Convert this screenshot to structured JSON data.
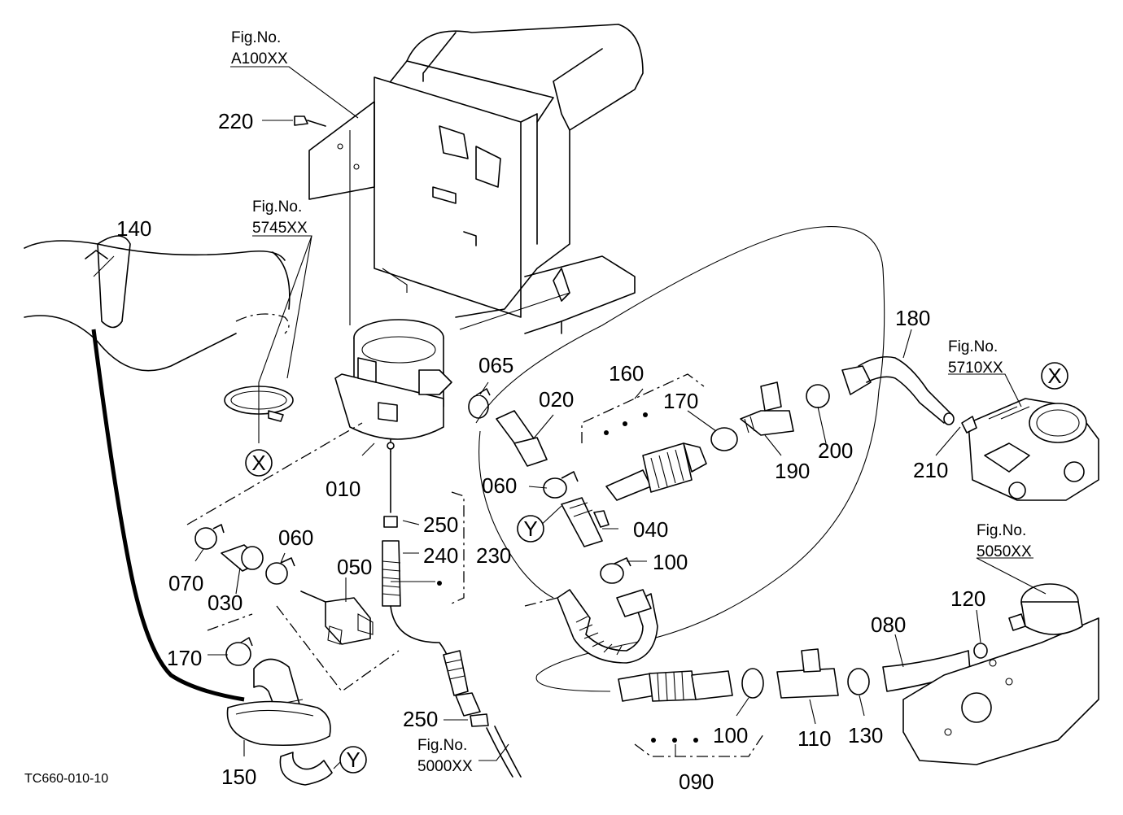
{
  "drawing_code": "TC660-010-10",
  "figure_refs": [
    {
      "id": "a100",
      "line1": "Fig.No.",
      "line2": "A100XX"
    },
    {
      "id": "f5745",
      "line1": "Fig.No.",
      "line2": "5745XX"
    },
    {
      "id": "f5710",
      "line1": "Fig.No.",
      "line2": "5710XX"
    },
    {
      "id": "f5050",
      "line1": "Fig.No.",
      "line2": "5050XX"
    },
    {
      "id": "f5000",
      "line1": "Fig.No.",
      "line2": "5000XX"
    }
  ],
  "callouts": [
    {
      "id": "c220",
      "label": "220"
    },
    {
      "id": "c140",
      "label": "140"
    },
    {
      "id": "c065",
      "label": "065"
    },
    {
      "id": "c020",
      "label": "020"
    },
    {
      "id": "c160",
      "label": "160"
    },
    {
      "id": "c170a",
      "label": "170"
    },
    {
      "id": "c180",
      "label": "180"
    },
    {
      "id": "c190",
      "label": "190"
    },
    {
      "id": "c200",
      "label": "200"
    },
    {
      "id": "c210",
      "label": "210"
    },
    {
      "id": "c010",
      "label": "010"
    },
    {
      "id": "c060a",
      "label": "060"
    },
    {
      "id": "c040",
      "label": "040"
    },
    {
      "id": "c100a",
      "label": "100"
    },
    {
      "id": "c250a",
      "label": "250"
    },
    {
      "id": "c240",
      "label": "240"
    },
    {
      "id": "c230",
      "label": "230"
    },
    {
      "id": "c060b",
      "label": "060"
    },
    {
      "id": "c050",
      "label": "050"
    },
    {
      "id": "c070",
      "label": "070"
    },
    {
      "id": "c030",
      "label": "030"
    },
    {
      "id": "c170b",
      "label": "170"
    },
    {
      "id": "c150",
      "label": "150"
    },
    {
      "id": "c250b",
      "label": "250"
    },
    {
      "id": "c120",
      "label": "120"
    },
    {
      "id": "c080",
      "label": "080"
    },
    {
      "id": "c100b",
      "label": "100"
    },
    {
      "id": "c110",
      "label": "110"
    },
    {
      "id": "c130",
      "label": "130"
    },
    {
      "id": "c090",
      "label": "090"
    }
  ],
  "markers": [
    {
      "id": "mX1",
      "label": "X"
    },
    {
      "id": "mX2",
      "label": "X"
    },
    {
      "id": "mY1",
      "label": "Y"
    },
    {
      "id": "mY2",
      "label": "Y"
    }
  ]
}
